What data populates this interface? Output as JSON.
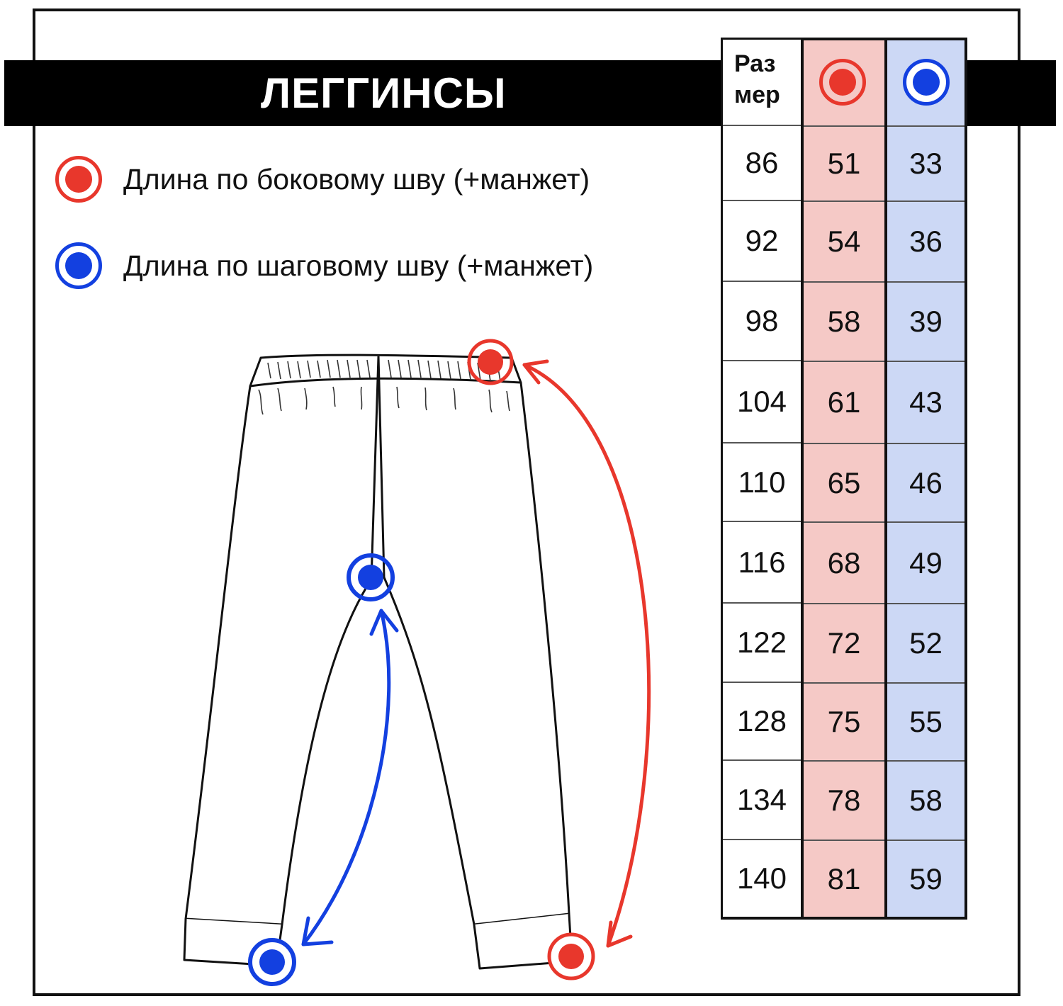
{
  "title": "ЛЕГГИНСЫ",
  "colors": {
    "red": "#e8372c",
    "blue": "#1340e0",
    "red_column": "#f5c9c6",
    "blue_column": "#ccd8f5"
  },
  "legend": [
    {
      "marker": "red-target-icon",
      "text": "Длина по боковому шву (+манжет)"
    },
    {
      "marker": "blue-target-icon",
      "text": "Длина по шаговому шву (+манжет)"
    }
  ],
  "table": {
    "size_header": [
      "Раз",
      "мер"
    ],
    "rows": [
      {
        "size": "86",
        "side": "51",
        "inseam": "33"
      },
      {
        "size": "92",
        "side": "54",
        "inseam": "36"
      },
      {
        "size": "98",
        "side": "58",
        "inseam": "39"
      },
      {
        "size": "104",
        "side": "61",
        "inseam": "43"
      },
      {
        "size": "110",
        "side": "65",
        "inseam": "46"
      },
      {
        "size": "116",
        "side": "68",
        "inseam": "49"
      },
      {
        "size": "122",
        "side": "72",
        "inseam": "52"
      },
      {
        "size": "128",
        "side": "75",
        "inseam": "55"
      },
      {
        "size": "134",
        "side": "78",
        "inseam": "58"
      },
      {
        "size": "140",
        "side": "81",
        "inseam": "59"
      }
    ]
  }
}
